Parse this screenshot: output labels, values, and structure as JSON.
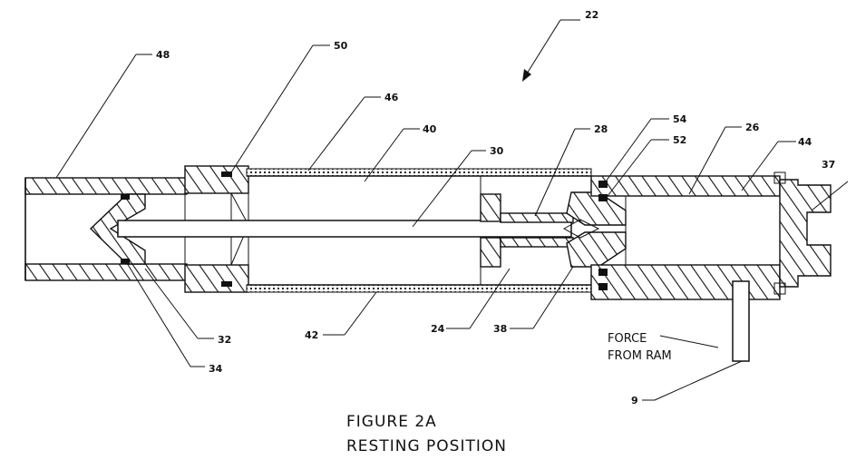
{
  "figure": {
    "caption_line1": "FIGURE 2A",
    "caption_line2": "RESTING POSITION",
    "force_line1": "FORCE",
    "force_line2": "FROM RAM",
    "refs": {
      "r22": "22",
      "r48": "48",
      "r50": "50",
      "r46": "46",
      "r40": "40",
      "r30": "30",
      "r28": "28",
      "r54": "54",
      "r52": "52",
      "r26": "26",
      "r44": "44",
      "r37": "37",
      "r32": "32",
      "r34": "34",
      "r42": "42",
      "r24": "24",
      "r38": "38",
      "r9": "9"
    }
  }
}
